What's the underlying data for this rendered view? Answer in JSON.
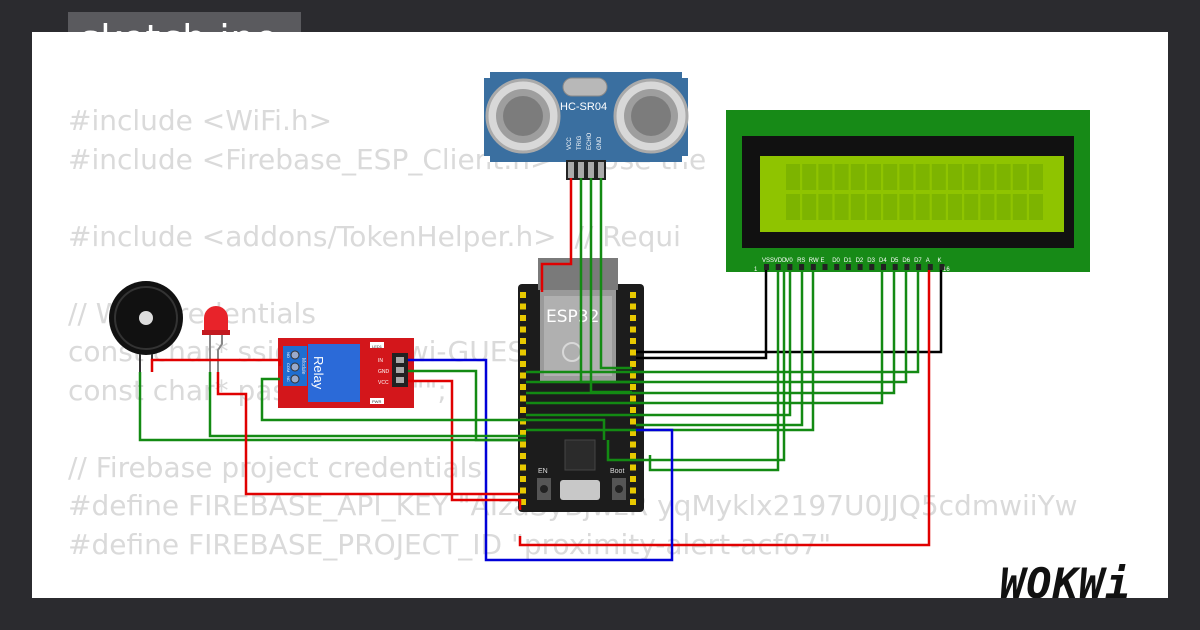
{
  "title": "sketch.ino",
  "code_lines": [
    "#include <WiFi.h>",
    "#include <Firebase_ESP_Client.h>  // Use the",
    "",
    "#include <addons/TokenHelper.h>  // Requi",
    "",
    "// WiFi credentials",
    "const char* ssid = \"Wokwi-GUEST\";",
    "const char* password = \"\";",
    "",
    "// Firebase project credentials",
    "#define FIREBASE_API_KEY \"AIzaSyBjwzR yqMyklx2197U0JJQ5cdmwiiYw",
    "#define FIREBASE_PROJECT_ID \"proximity-alert-acf07\""
  ],
  "components": {
    "ultrasonic_label": "HC-SR04",
    "ultrasonic_pins": [
      "VCC",
      "TRIG",
      "ECHO",
      "GND"
    ],
    "esp32_label": "ESP32",
    "esp32_buttons": [
      "EN",
      "Boot"
    ],
    "relay_label": "Relay",
    "relay_sublabel": "Module",
    "relay_pins": [
      "IN",
      "GND",
      "VCC"
    ],
    "relay_leds": [
      "LED1",
      "PWR"
    ],
    "relay_terminals": [
      "NO",
      "COM",
      "NC"
    ],
    "lcd_pins": [
      "VSS",
      "VDD",
      "V0",
      "RS",
      "RW",
      "E",
      "D0",
      "D1",
      "D2",
      "D3",
      "D4",
      "D5",
      "D6",
      "D7",
      "A",
      "K"
    ],
    "lcd_pin_first": "1",
    "lcd_pin_last": "16"
  },
  "brand": "WOKWi",
  "colors": {
    "wire_green": "#138a13",
    "wire_red": "#e00000",
    "wire_black": "#000000",
    "wire_blue": "#0000d8",
    "lcd_board": "#178a17",
    "lcd_screen": "#8fc400",
    "ultrasonic_board": "#3a6fa0",
    "relay_board": "#d3161b"
  }
}
